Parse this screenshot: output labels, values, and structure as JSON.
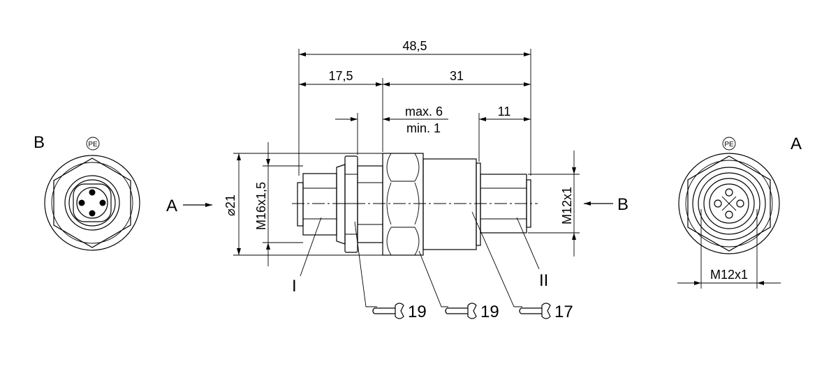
{
  "view_labels": {
    "left_view": "B",
    "right_view": "A",
    "arrow_left": "A",
    "arrow_right": "B"
  },
  "pe_marks": {
    "left": "PE",
    "right": "PE"
  },
  "dimensions": {
    "overall": "48,5",
    "left_part": "17,5",
    "right_part": "31",
    "panel_max": "max. 6",
    "panel_min": "min. 1",
    "tip_length": "11",
    "body_diameter": "⌀21",
    "thread_left": "M16x1,5",
    "thread_right": "M12x1",
    "thread_front_view": "M12x1"
  },
  "part_labels": {
    "part_i": "I",
    "part_ii": "II"
  },
  "wrench_sizes": {
    "first": "19",
    "second": "19",
    "third": "17"
  }
}
